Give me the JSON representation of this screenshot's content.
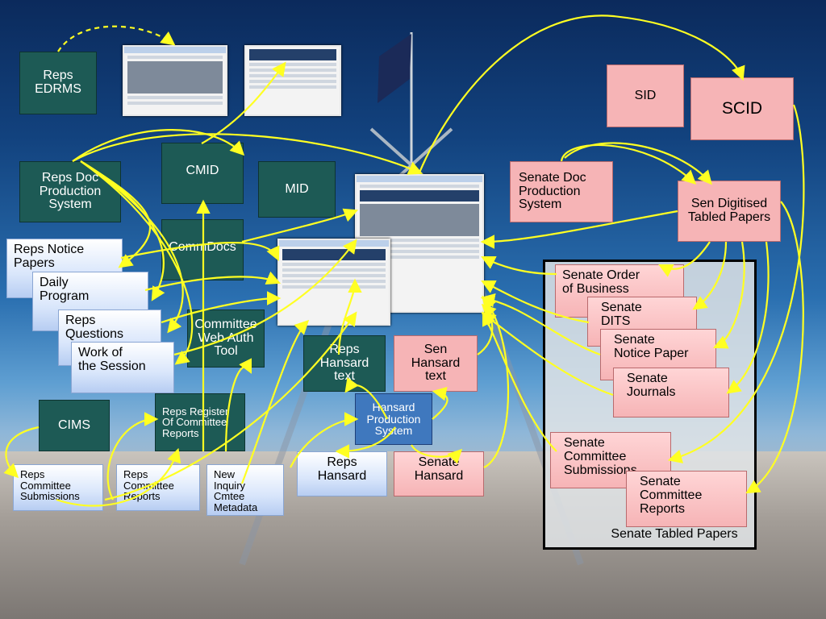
{
  "nodes": {
    "reps_edrms": "Reps\nEDRMS",
    "reps_doc_prod": "Reps Doc\nProduction\nSystem",
    "cmid": "CMID",
    "mid": "MID",
    "commdocs": "CommDocs",
    "committee_web_auth": "Committee\nWeb Auth\nTool",
    "reps_hansard_text": "Reps\nHansard\ntext",
    "sen_hansard_text": "Sen\nHansard\ntext",
    "hansard_prod": "Hansard\nProduction\nSystem",
    "cims": "CIMS",
    "reps_register": "Reps Register\nOf Committee\nReports",
    "sid": "SID",
    "scid": "SCID",
    "senate_doc_prod": "Senate Doc\nProduction\nSystem",
    "sen_digitised": "Sen Digitised\nTabled Papers"
  },
  "documents": {
    "reps_notice_papers": "Reps Notice\nPapers",
    "daily_program": "Daily\nProgram",
    "reps_questions": "Reps\nQuestions",
    "work_of_session": "Work of\nthe Session",
    "reps_committee_submissions": "Reps\nCommittee\nSubmissions",
    "reps_committee_reports": "Reps\nCommittee\nReports",
    "new_inquiry": "New\nInquiry\nCmtee\nMetadata",
    "reps_hansard": "Reps\nHansard",
    "senate_hansard": "Senate\nHansard",
    "senate_order": "Senate Order\nof Business",
    "senate_dits": "Senate\nDITS",
    "senate_notice_paper": "Senate\nNotice Paper",
    "senate_journals": "Senate\nJournals",
    "senate_committee_submissions": "Senate\nCommittee\nSubmissions",
    "senate_committee_reports": "Senate\nCommittee\nReports"
  },
  "group_label": "Senate Tabled Papers",
  "colors": {
    "arrow": "#ffff22",
    "green_node": "#1d5a55",
    "pink_node": "#f6b4b6",
    "hansard_node": "#3f78be",
    "light_doc": "#d9e6fb"
  }
}
